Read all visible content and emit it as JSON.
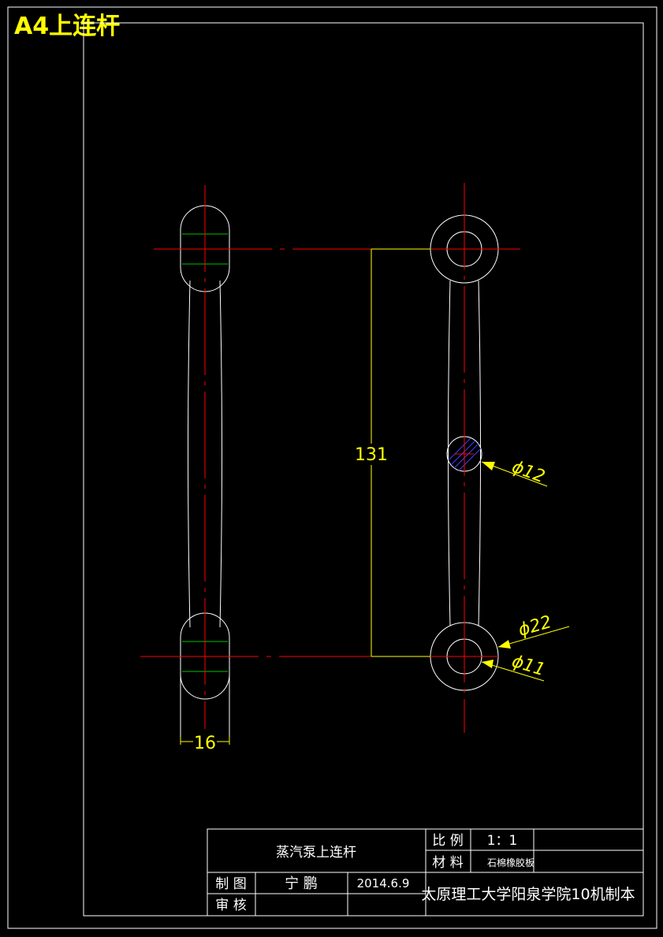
{
  "header": {
    "sheet_label": "A4上连杆"
  },
  "dimensions": {
    "center_distance": "131",
    "small_bore": "ϕ12",
    "outer_diameter": "ϕ22",
    "end_bore": "ϕ11",
    "width": "16"
  },
  "title_block": {
    "part_name": "蒸汽泵上连杆",
    "scale_label": "比 例",
    "scale_value": "1：1",
    "material_label": "材 料",
    "material_value": "石棉橡胶板",
    "drawn_label": "制 图",
    "drawn_name": "宁 鹏",
    "drawn_date": "2014.6.9",
    "check_label": "审 核",
    "institution": "太原理工大学阳泉学院10机制本"
  },
  "colors": {
    "background": "#000000",
    "outline": "#ffffff",
    "centerline": "#ff0000",
    "dimension": "#ffff00",
    "hidden": "#00c000",
    "hatch": "#4040ff"
  }
}
